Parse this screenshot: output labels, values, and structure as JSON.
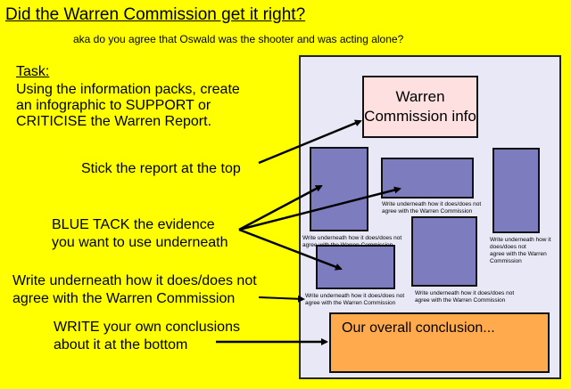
{
  "title": "Did the Warren Commission get it right?",
  "subtitle": "aka do you agree that Oswald was the shooter and was acting alone?",
  "task": {
    "heading": "Task:",
    "lines": [
      "Using the information packs, create",
      "an infographic to SUPPORT or",
      "CRITICISE the Warren Report."
    ]
  },
  "instructions": {
    "stick": "Stick the report at the top",
    "blue_tack": [
      "BLUE TACK the evidence",
      "you want to use underneath"
    ],
    "write_underneath": [
      "Write underneath how it does/does not",
      "agree with the Warren Commission"
    ],
    "conclusions": [
      "WRITE your own conclusions",
      "about it at the bottom"
    ]
  },
  "poster": {
    "warren_box": [
      "Warren",
      "Commission info"
    ],
    "evidence_caption": [
      "Write underneath how it does/does not",
      "agree with the Warren Commission"
    ],
    "conclusion_box": "Our overall conclusion..."
  },
  "colors": {
    "background": "#ffff00",
    "poster": "#e8e8f6",
    "evidence": "#7c7cbf",
    "warren_box": "#ffe0e0",
    "conclusion_box": "#ffab4d"
  }
}
